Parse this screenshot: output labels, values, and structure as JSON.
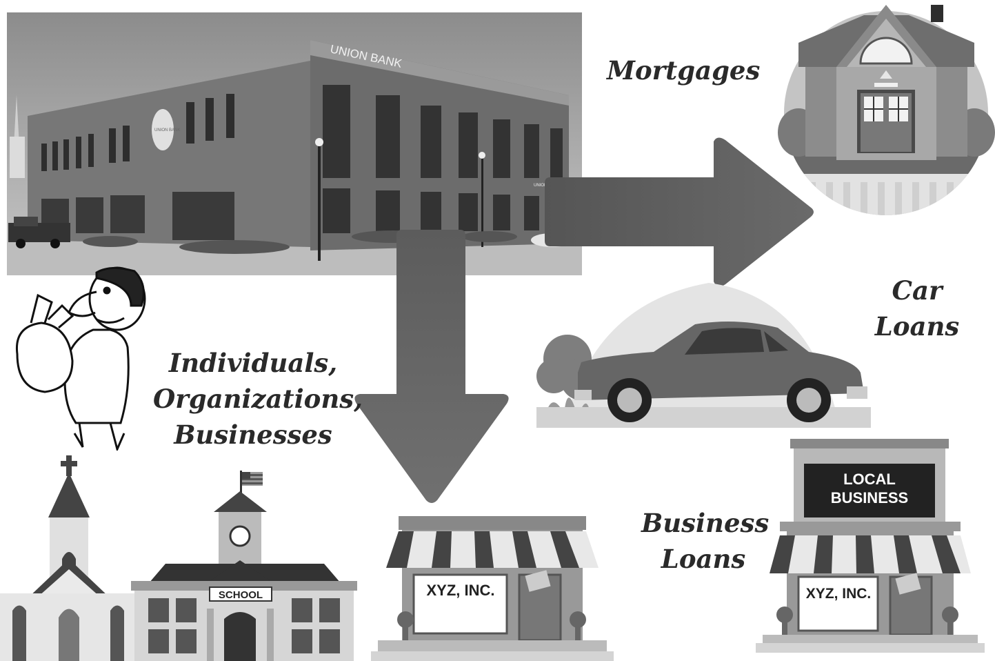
{
  "bank": {
    "sign_main": "UNION BANK",
    "sign_disc": "UNION BANK",
    "sign_side": "UNION BANK"
  },
  "labels": {
    "mortgages": "Mortgages",
    "car_loans_1": "Car",
    "car_loans_2": "Loans",
    "individuals_1": "Individuals,",
    "individuals_2": "Organizations,",
    "individuals_3": "Businesses",
    "business_loans_1": "Business",
    "business_loans_2": "Loans"
  },
  "signs": {
    "school": "SCHOOL",
    "store_small": "XYZ, INC.",
    "local_business_1": "LOCAL",
    "local_business_2": "BUSINESS",
    "store_large": "XYZ, INC."
  },
  "colors": {
    "arrow": "#5a5a5a",
    "text": "#2a2a2a",
    "brick": "#7a7a7a"
  }
}
